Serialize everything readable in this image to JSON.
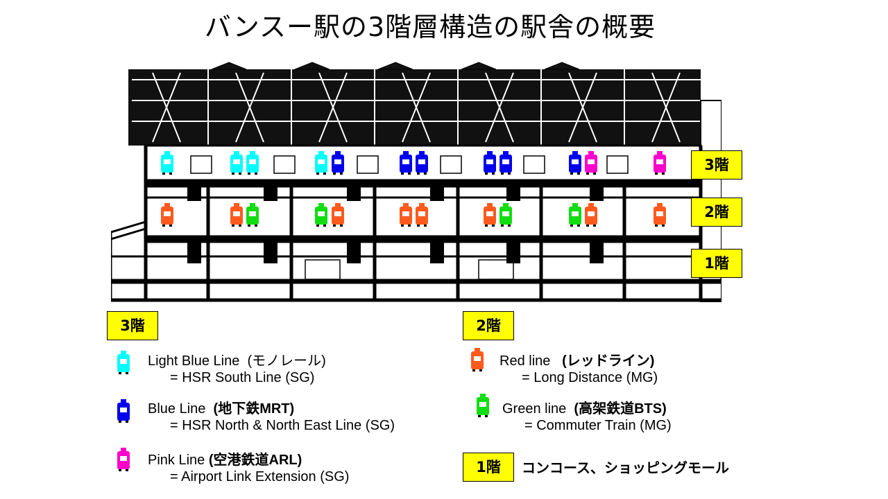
{
  "title": "バンスー駅の3階層構造の駅舎の概要",
  "floor_labels": {
    "f3": "3階",
    "f2": "2階",
    "f1": "1階"
  },
  "colors": {
    "light_blue": "#00ffff",
    "blue": "#0000ee",
    "pink": "#ff00cc",
    "red": "#ff5a1e",
    "green": "#11dd11",
    "badge": "#ffff00"
  },
  "diagram": {
    "level3_trains": [
      "light_blue",
      "light_blue",
      "light_blue",
      "light_blue",
      "blue",
      "blue",
      "blue",
      "blue",
      "blue",
      "blue",
      "pink",
      "pink"
    ],
    "level2_trains": [
      "red",
      "red",
      "green",
      "green",
      "red",
      "red",
      "red",
      "red",
      "green",
      "green",
      "red",
      "red"
    ]
  },
  "legend": {
    "level3": {
      "badge": "3階",
      "items": [
        {
          "icon": "light-blue-train-icon",
          "color": "light_blue",
          "name": "Light Blue Line",
          "jp": "(モノレール)",
          "desc": "= HSR South Line (SG)"
        },
        {
          "icon": "blue-train-icon",
          "color": "blue",
          "name": "Blue Line",
          "jp": "(地下鉄MRT)",
          "desc": "= HSR North & North East Line (SG)"
        },
        {
          "icon": "pink-train-icon",
          "color": "pink",
          "name": "Pink Line",
          "jp": "(空港鉄道ARL)",
          "desc": "= Airport Link Extension (SG)"
        }
      ]
    },
    "level2": {
      "badge": "2階",
      "items": [
        {
          "icon": "red-train-icon",
          "color": "red",
          "name": "Red line",
          "jp": "(レッドライン)",
          "desc": "= Long Distance (MG)"
        },
        {
          "icon": "green-train-icon",
          "color": "green",
          "name": "Green line",
          "jp": "(高架鉄道BTS)",
          "desc": "= Commuter Train (MG)"
        }
      ]
    },
    "level1": {
      "badge": "1階",
      "desc": "コンコース、ショッピングモール"
    }
  }
}
